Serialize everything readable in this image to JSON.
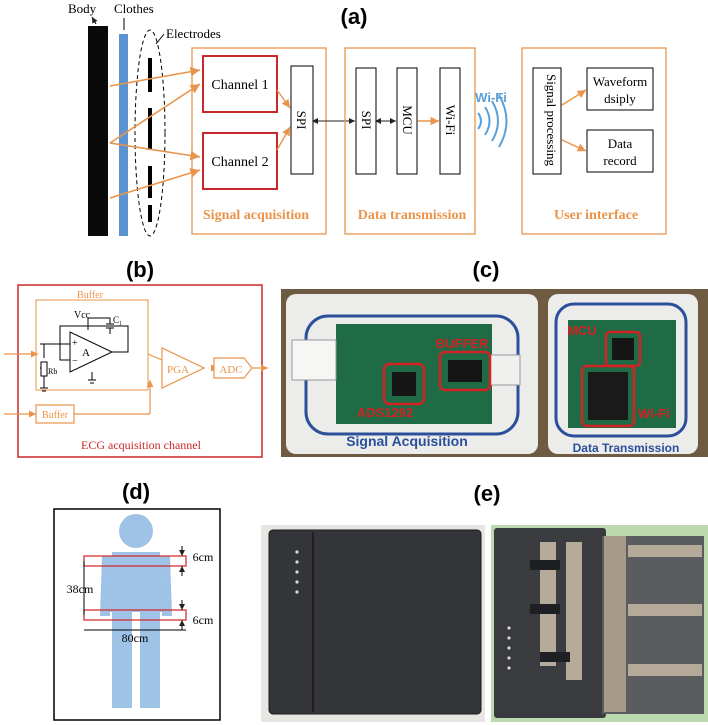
{
  "panel_a": {
    "letter": "(a)",
    "body": "Body",
    "clothes": "Clothes",
    "electrodes": "Electrodes",
    "channel1": "Channel 1",
    "channel2": "Channel 2",
    "spi_acq": "SPI",
    "spi_tx": "SPI",
    "mcu": "MCU",
    "wifi_block": "Wi-Fi",
    "wifi_signal": "Wi-Fi",
    "signal_processing": "Signal processing",
    "waveform_line1": "Waveform",
    "waveform_line2": "dsiply",
    "data_record_line1": "Data",
    "data_record_line2": "record",
    "group_acq": "Signal acquisition",
    "group_tx": "Data transmission",
    "group_ui": "User interface"
  },
  "panel_b": {
    "letter": "(b)",
    "buffer_top": "Buffer",
    "vcc": "Vcc",
    "c1": "C₁",
    "amp": "A",
    "rb": "Rb",
    "pga": "PGA",
    "adc": "ADC",
    "buffer_bottom": "Buffer",
    "channel_title": "ECG acquisition channel",
    "plus": "+",
    "minus": "−"
  },
  "panel_c": {
    "letter": "(c)",
    "buffer": "BUFFER",
    "ads": "ADS1292",
    "mcu": "MCU",
    "wifi": "Wi-Fi",
    "signal_acquisition": "Signal Acquisition",
    "data_transmission": "Data Transmission"
  },
  "panel_d": {
    "letter": "(d)",
    "dim_top": "6cm",
    "dim_height": "38cm",
    "dim_bottom": "6cm",
    "dim_width": "80cm"
  },
  "panel_e": {
    "letter": "(e)"
  },
  "colors": {
    "orange": "#e9944a",
    "red": "#c8282a",
    "blue_link": "#5aa0d8",
    "figure_blue": "#9fc3e6"
  }
}
